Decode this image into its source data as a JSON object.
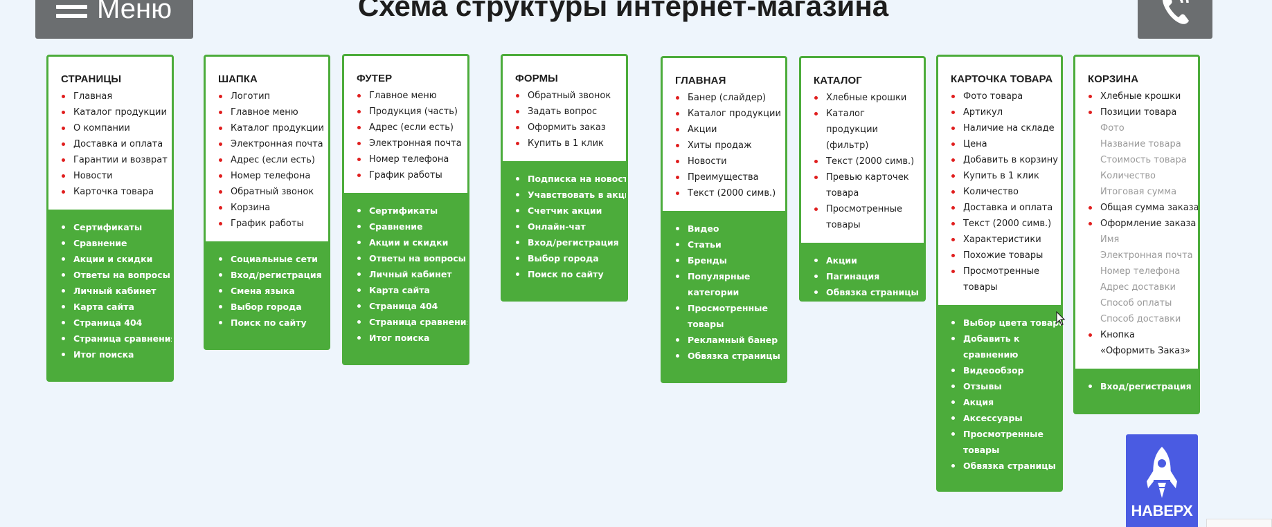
{
  "header": {
    "menu_label": "Меню",
    "title": "Схема структуры интернет-магазина"
  },
  "cards": [
    {
      "title": "СТРАНИЦЫ",
      "top": [
        "Главная",
        "Каталог продукции",
        "О компании",
        "Доставка и оплата",
        "Гарантии и возврат",
        "Новости",
        "Карточка товара"
      ],
      "bottom": [
        "Сертификаты",
        "Сравнение",
        "Акции и скидки",
        "Ответы на вопросы",
        "Личный кабинет",
        "Карта сайта",
        "Страница 404",
        "Страница сравнения",
        "Итог поиска"
      ]
    },
    {
      "title": "ШАПКА",
      "top": [
        "Логотип",
        "Главное меню",
        "Каталог продукции",
        "Электронная почта",
        "Адрес (если есть)",
        "Номер телефона",
        "Обратный звонок",
        "Корзина",
        "График работы"
      ],
      "bottom": [
        "Социальные сети",
        "Вход/регистрация",
        "Смена языка",
        "Выбор города",
        "Поиск по сайту"
      ]
    },
    {
      "title": "ФУТЕР",
      "top": [
        "Главное меню",
        "Продукция (часть)",
        "Адрес (если есть)",
        "Электронная почта",
        "Номер телефона",
        "График работы"
      ],
      "bottom": [
        "Сертификаты",
        "Сравнение",
        "Акции и скидки",
        "Ответы на вопросы",
        "Личный кабинет",
        "Карта сайта",
        "Страница 404",
        "Страница сравнения",
        "Итог поиска"
      ]
    },
    {
      "title": "ФОРМЫ",
      "top": [
        "Обратный звонок",
        "Задать вопрос",
        "Оформить заказ",
        "Купить в 1 клик"
      ],
      "bottom": [
        "Подписка на новости",
        "Учавствовать в акции",
        "Счетчик акции",
        "Онлайн-чат",
        "Вход/регистрация",
        "Выбор города",
        "Поиск по сайту"
      ]
    },
    {
      "title": "ГЛАВНАЯ",
      "top": [
        "Банер (слайдер)",
        "Каталог продукции",
        "Акции",
        "Хиты продаж",
        "Новости",
        "Преимущества",
        "Текст (2000 симв.)"
      ],
      "bottom": [
        "Видео",
        "Статьи",
        "Бренды",
        "Популярные категории",
        "Просмотренные товары",
        "Рекламный банер",
        "Обвязка страницы"
      ]
    },
    {
      "title": "КАТАЛОГ",
      "top": [
        "Хлебные крошки",
        "Каталог продукции (фильтр)",
        "Текст (2000 симв.)",
        "Превью карточек товара",
        "Просмотренные товары"
      ],
      "bottom": [
        "Акции",
        "Пагинация",
        "Обвязка страницы"
      ]
    },
    {
      "title": "КАРТОЧКА ТОВАРА",
      "top": [
        "Фото товара",
        "Артикул",
        "Наличие на складе",
        "Цена",
        "Добавить в корзину",
        "Купить в 1 клик",
        "Количество",
        "Доставка и оплата",
        "Текст (2000 симв.)",
        "Характеристики",
        "Похожие товары",
        "Просмотренные товары"
      ],
      "bottom": [
        "Выбор цвета товара",
        "Добавить к сравнению",
        "Видеообзор",
        "Отзывы",
        "Акция",
        "Аксессуары",
        "Просмотренные товары",
        "Обвязка страницы"
      ]
    },
    {
      "title": "КОРЗИНА",
      "top": [
        "Хлебные крошки",
        "Позиции товара",
        "Фото",
        "Название товара",
        "Стоимость товара",
        "Количество",
        "Итоговая сумма",
        "Общая сумма заказа",
        "Оформление заказа",
        "Имя",
        "Электронная почта",
        "Номер телефона",
        "Адрес доставки",
        "Способ оплаты",
        "Способ доставки",
        "Кнопка «Оформить Заказ»"
      ],
      "bottom": [
        "Вход/регистрация"
      ]
    }
  ],
  "back_to_top_label": "НАВЕРХ",
  "icons": {
    "menu": "hamburger-icon",
    "phone": "phone-icon",
    "up": "rocket-icon"
  },
  "colors": {
    "green": "#4cac3b",
    "red_bullet": "#e01e1e",
    "header_gray": "#6b6e70",
    "up_button": "#4a5be2"
  }
}
